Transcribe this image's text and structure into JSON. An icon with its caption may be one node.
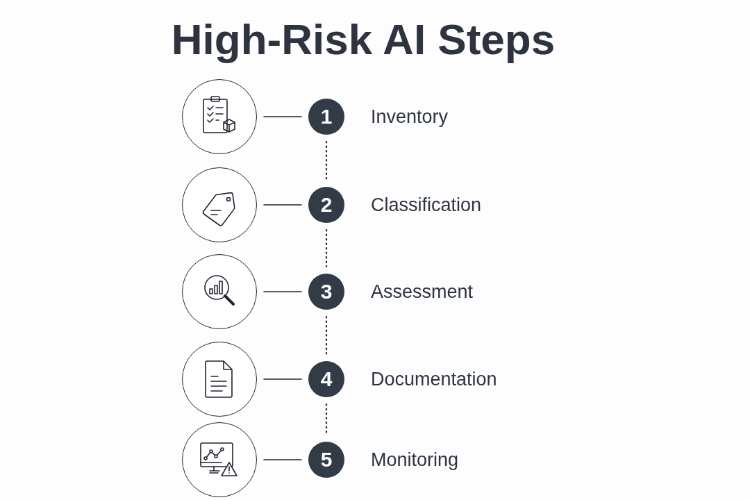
{
  "diagram": {
    "title": "High-Risk AI Steps",
    "nodes": [
      {
        "text": [],
        "shape": "circle"
      },
      {
        "text": [
          "1"
        ],
        "beside": [
          "Inventory"
        ]
      },
      {
        "text": [],
        "shape": "circle"
      },
      {
        "text": [
          "2"
        ],
        "beside": [
          "Classification"
        ]
      },
      {
        "text": [],
        "shape": "circle"
      },
      {
        "text": [
          "3"
        ],
        "beside": [
          "Assessment"
        ]
      },
      {
        "text": [],
        "shape": "circle"
      },
      {
        "text": [
          "4"
        ],
        "beside": [
          "Documentation"
        ]
      },
      {
        "text": [],
        "shape": "circle"
      },
      {
        "text": [
          "5"
        ],
        "beside": [
          "Monitoring"
        ]
      }
    ],
    "edges": [
      {
        "from": 0,
        "to": 1,
        "arrow": "none"
      },
      {
        "from": 1,
        "to": 3,
        "arrow": "none",
        "style": "dashed"
      },
      {
        "from": 2,
        "to": 3,
        "arrow": "none"
      },
      {
        "from": 3,
        "to": 5,
        "arrow": "none",
        "style": "dashed"
      },
      {
        "from": 4,
        "to": 5,
        "arrow": "none"
      },
      {
        "from": 5,
        "to": 7,
        "arrow": "none",
        "style": "dashed"
      },
      {
        "from": 6,
        "to": 7,
        "arrow": "none"
      },
      {
        "from": 7,
        "to": 9,
        "arrow": "none",
        "style": "dashed"
      },
      {
        "from": 8,
        "to": 9,
        "arrow": "none"
      }
    ]
  }
}
